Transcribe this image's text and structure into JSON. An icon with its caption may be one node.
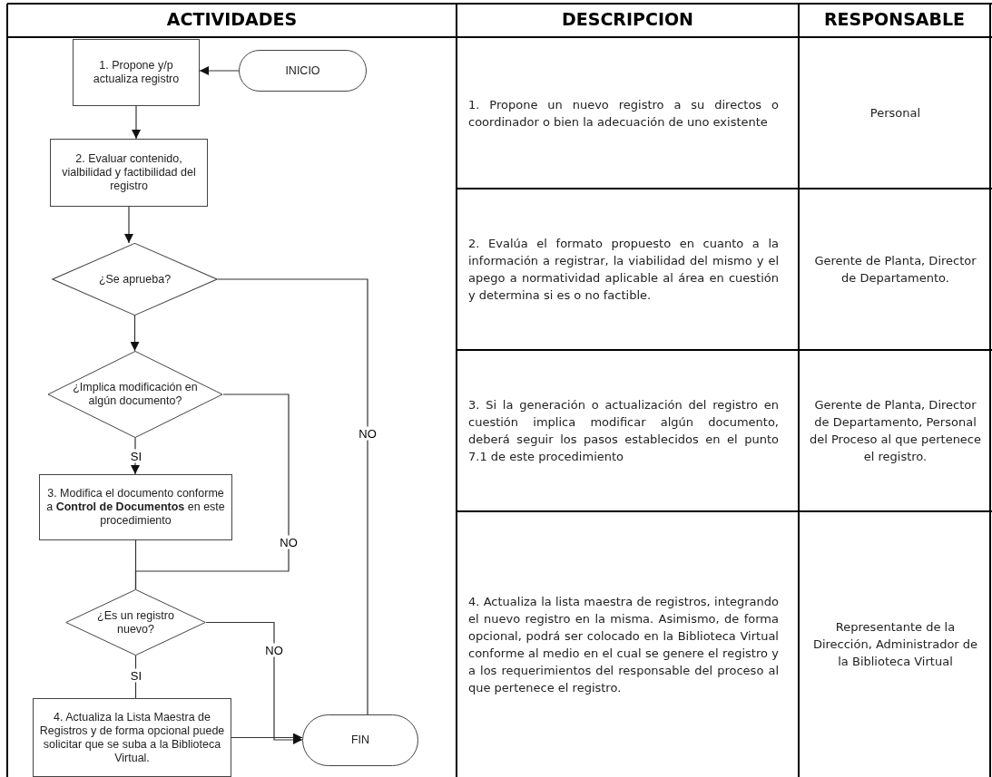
{
  "diagram": {
    "nodes": [
      {
        "text": [
          "1. Propone y/p actualiza registro"
        ]
      },
      {
        "text": [
          "INICIO"
        ]
      },
      {
        "text": [
          "2. Evaluar contenido, vialbilidad y factibilidad del registro"
        ]
      },
      {
        "text": [
          "¿Se aprueba?"
        ]
      },
      {
        "text": [
          "¿Implica modificación en algún documento?"
        ]
      },
      {
        "text": [
          "3. Modifica el documento conforme a **Control de Documentos** en este procedimiento"
        ]
      },
      {
        "text": [
          "¿Es un registro nuevo?"
        ]
      },
      {
        "text": [
          "4. Actualiza la Lista Maestra de Registros y de forma opcional puede solicitar que se suba a la Biblioteca Virtual."
        ]
      },
      {
        "text": [
          "FIN"
        ]
      }
    ],
    "edges": [
      {
        "from": 1,
        "to": 0,
        "arrow": "to"
      },
      {
        "from": 0,
        "to": 2,
        "arrow": "to"
      },
      {
        "from": 2,
        "to": 3,
        "arrow": "to"
      },
      {
        "from": 3,
        "to": 4,
        "arrow": "to"
      },
      {
        "from": 3,
        "to": 8,
        "arrow": "none",
        "label": "NO"
      },
      {
        "from": 4,
        "to": 5,
        "arrow": "to",
        "label": "SI"
      },
      {
        "from": 4,
        "to": 6,
        "arrow": "none",
        "label": "NO"
      },
      {
        "from": 5,
        "to": 6,
        "arrow": "none"
      },
      {
        "from": 6,
        "to": 7,
        "arrow": "none",
        "label": "SI"
      },
      {
        "from": 6,
        "to": 8,
        "arrow": "to",
        "label": "NO"
      },
      {
        "from": 7,
        "to": 8,
        "arrow": "to"
      }
    ],
    "labels": [
      "ACTIVIDADES",
      "DESCRIPCION",
      "RESPONSABLE",
      "1. Propone un nuevo registro a su directos o coordinador o bien la adecuación de uno existente",
      "Personal",
      "2. Evalúa el formato propuesto en cuanto a la información a registrar, la viabilidad del mismo y el apego a normatividad aplicable al área en cuestión y determina si es o no factible.",
      "Gerente de Planta, Director de Departamento.",
      "3. Si la generación o actualización del registro en cuestión implica modificar algún documento, deberá seguir los pasos establecidos en el punto 7.1 de este procedimiento",
      "Gerente de Planta, Director de Departamento, Personal del Proceso al que pertenece el registro.",
      "4. Actualiza la lista maestra de registros, integrando el nuevo registro en la misma. Asimismo, de forma opcional, podrá ser colocado en la Biblioteca Virtual conforme al medio en el cual se genere el registro y a los requerimientos del responsable del proceso al que pertenece el registro.",
      "Representante de la Dirección, Administrador de la Biblioteca Virtual"
    ]
  }
}
